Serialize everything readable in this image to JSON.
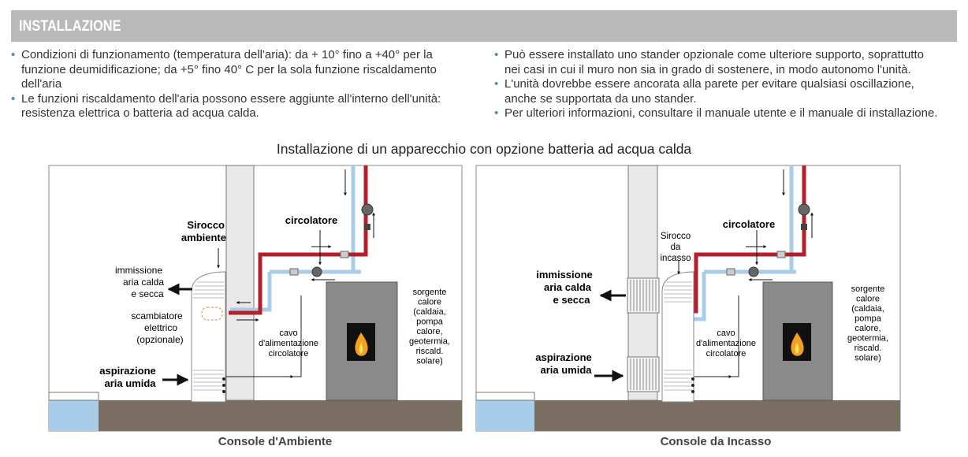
{
  "header": {
    "title": "INSTALLAZIONE"
  },
  "bullets_left": [
    {
      "lines": [
        "Condizioni di funzionamento (temperatura dell'aria): da + 10° fino a +40° per la",
        "funzione deumidificazione; da +5° fino 40° C per la sola funzione riscaldamento",
        "dell'aria"
      ]
    },
    {
      "lines": [
        "Le funzioni riscaldamento dell'aria possono essere aggiunte all'interno dell'unità:",
        "resistenza elettrica o batteria ad acqua calda."
      ]
    }
  ],
  "bullets_right": [
    {
      "lines": [
        "Può essere installato uno stander opzionale come ulteriore supporto, soprattutto",
        "nei casi in cui il muro non sia in grado di sostenere, in modo autonomo l'unità."
      ]
    },
    {
      "lines": [
        "L'unità dovrebbe essere ancorata alla parete per evitare qualsiasi oscillazione,",
        "anche se supportata da uno stander."
      ]
    },
    {
      "lines": [
        "Per ulteriori informazioni, consultare il manuale utente e il manuale di installazione."
      ]
    }
  ],
  "figure_title": "Installazione di un apparecchio con opzione batteria ad acqua calda",
  "left_panel": {
    "caption": "Console d'Ambiente",
    "unit_label": [
      "Sirocco",
      "ambiente"
    ],
    "pump_label": "circolatore",
    "supply_label": [
      "immissione",
      "aria calda",
      "e secca"
    ],
    "exchanger_label": [
      "scambiatore",
      "elettrico",
      "(opzionale)"
    ],
    "intake_label": [
      "aspirazione",
      "aria umida"
    ],
    "cable_label": [
      "cavo",
      "d'alimentazione",
      "circolatore"
    ],
    "source_label": [
      "sorgente",
      "calore",
      "(caldaia,",
      "pompa",
      "calore,",
      "geotermia,",
      "riscald.",
      "solare)"
    ]
  },
  "right_panel": {
    "caption": "Console da Incasso",
    "unit_label": [
      "Sirocco",
      "da",
      "incasso"
    ],
    "pump_label": "circolatore",
    "supply_label": [
      "immissione",
      "aria calda",
      "e secca"
    ],
    "intake_label": [
      "aspirazione",
      "aria umida"
    ],
    "cable_label": [
      "cavo",
      "d'alimentazione",
      "circolatore"
    ],
    "source_label": [
      "sorgente",
      "calore",
      "(caldaia,",
      "pompa",
      "calore,",
      "geotermia,",
      "riscald.",
      "solare)"
    ]
  },
  "colors": {
    "header_bg": "#b9b9b9",
    "hot_pipe": "#b4202a",
    "cold_pipe": "#a9cde9",
    "floor": "#7a6e62",
    "boiler": "#8a8a8a",
    "water": "#a9cde9",
    "bullet": "#3c8fc3"
  },
  "icons": {
    "flame": "flame-icon",
    "pump": "pump-icon"
  }
}
